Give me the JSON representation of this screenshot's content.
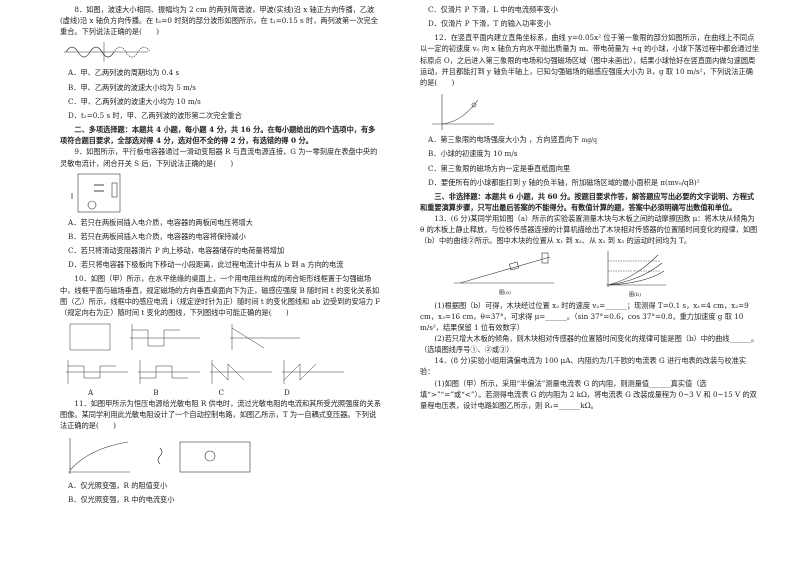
{
  "left": {
    "q8": {
      "stem": "8．如图，波速大小相同、振幅均为 2 cm 的两列简谐波，甲波(实线)沿 x 轴正方向传播，乙波(虚线)沿 x 轴负方向传播。在 t₀=0 时刻的部分波形如图所示，在 t₁=0.15 s 时，两列波第一次完全重合。下列说法正确的是(　　)",
      "options": [
        "A．甲、乙两列波的周期均为 0.4 s",
        "B．甲、乙两列波的波速大小均为 5 m/s",
        "C．甲、乙两列波的波速大小均为 10 m/s",
        "D．t₂=0.5 s 时，甲、乙两列波的波形第二次完全重合"
      ]
    },
    "section2": {
      "title": "二、多项选择题：本题共 4 小题，每小题 4 分，共 16 分。在每小题给出的四个选项中，有多项符合题目要求，全部选对得 4 分，选对但不全的得 2 分，有选错的得 0 分。"
    },
    "q9": {
      "stem": "9．如图所示，平行板电容器通过一滑动变阻器 R 与直流电源连接，G 为一零刻度在表盘中央的灵敏电流计，闭合开关 S 后，下列说法正确的是(　　)",
      "options": [
        "A．若只在两板间插入电介质，电容器的两板间电压将增大",
        "B．若只在两板间插入电介质，电容器的电容将保持减小",
        "C．若只将滑动变阻器滑片 P 向上移动，电容器储存的电荷量将增加",
        "D．若只将电容器下极板向下移动一小段距离，此过程电流计中有从 b 到 a 方向的电流"
      ]
    },
    "q10": {
      "stem": "10．如图（甲）所示，在水平绝缘的桌面上，一个用电阻丝构成的闭合矩形线框置于匀强磁场中，线框平面与磁场垂直，规定磁场的方向垂直桌面向下为正，磁感应强度 B 随时间 t 的变化关系如图（乙）所示，线框中的感应电流 i（规定逆时针为正）随时间 t 的变化图线和 ab 边受到的安培力 F（规定向右为正）随时间 t 变化的图线，下列图线中可能正确的是(　　)",
      "labels": [
        "A",
        "B",
        "C",
        "D"
      ]
    },
    "q11": {
      "stem": "11．如图甲所示为恒压电源给光敏电阻 R 供电时，流过光敏电阻的电流和其所受光照强度的关系图像。某同学利用此光敏电阻设计了一个自动控制电路，如图乙所示，T 为一自耦式变压器。下列说法正确的是(　　)",
      "options": [
        "A．仅光照变强，R 的阻值变小",
        "B．仅光照变强，R 中的电流变小"
      ]
    }
  },
  "right": {
    "q11_cont": {
      "options": [
        "C．仅滑片 P 下滑，L 中的电流频率变小",
        "D．仅滑片 P 下滑，T 的输入功率变小"
      ]
    },
    "q12": {
      "stem": "12．在竖直平面内建立直角坐标系，曲线 y=0.05x² 位于第一象限的部分如图所示，在曲线上不同点以一定的初速度 v₀ 向 x 轴负方向水平抛出质量为 m、带电荷量为 +q 的小球，小球下落过程中都会通过坐标原点 O，之后进入第三象限的电场和匀强磁场区域（图中未画出），结果小球恰好在竖直面内做匀速圆周运动，并且都能打到 y 轴负半轴上，已知匀强磁场的磁感应强度大小为 B，g 取 10 m/s²，下列说法正确的是(　　)",
      "options": [
        "A．第三象限的电场强度大小为 ，方向竖直向下",
        "B．小球的初速度为 10 m/s",
        "C．第三象限的磁场方向一定是垂直纸面向里",
        "D．要使所有的小球都能打到 y 轴的负半轴，所加磁场区域的最小面积是 π(mv₀/qB)²"
      ],
      "option_a_formula": "mg/q"
    },
    "section3": {
      "title": "三、非选择题：本题共 6 小题，共 60 分。按题目要求作答，解答题应写出必要的文字说明、方程式和重要演算步骤，只写出最后答案的不能得分。有数值计算的题，答案中必须明确写出数值和单位。"
    },
    "q13": {
      "stem": "13．(6 分)某同学用如图（a）所示的实验装置测量木块与木板之间的动摩擦因数 μ：将木块从倾角为 θ 的木板上静止释放，与位移传感器连接的计算机描绘出了木块相对传感器的位置随时间变化的规律，如图（b）中的曲线②所示。图中木块的位置从 x₁ 到 x₂、从 x₂ 到 x₃ 的运动时间均为 T。",
      "fig_a": "图(a)",
      "fig_b": "图(b)",
      "part1": "(1)根据图（b）可得，木块经过位置 x₂ 时的速度 v₂=______；现测得 T=0.1 s，x₁=4 cm，x₂=9 cm，x₃=16 cm，θ=37°，可求得 μ=______。（sin 37°=0.6，cos 37°=0.8，重力加速度 g 取 10 m/s²，结果保留 1 位有效数字）",
      "part2": "(2)若只增大木板的倾角，则木块相对传感器的位置随时间变化的规律可能是图（b）中的曲线______。（选填图线序号①、②或③）"
    },
    "q14": {
      "stem": "14．(8 分)实验小组用满偏电流为 100 μA、内阻约为几千欧的电流表 G 进行电表的改装与校准实验：",
      "part1": "(1)如图（甲）所示，采用“半偏法”测量电流表 G 的内阻，则测量值______真实值（选填“>”“=”或“<”）。若测得电流表 G 的内阻为 2 kΩ，将电流表 G 改装成量程为 0~3 V 和 0~15 V 的双量程电压表，设计电路如图乙所示，则 R₁=______kΩ。"
    }
  }
}
